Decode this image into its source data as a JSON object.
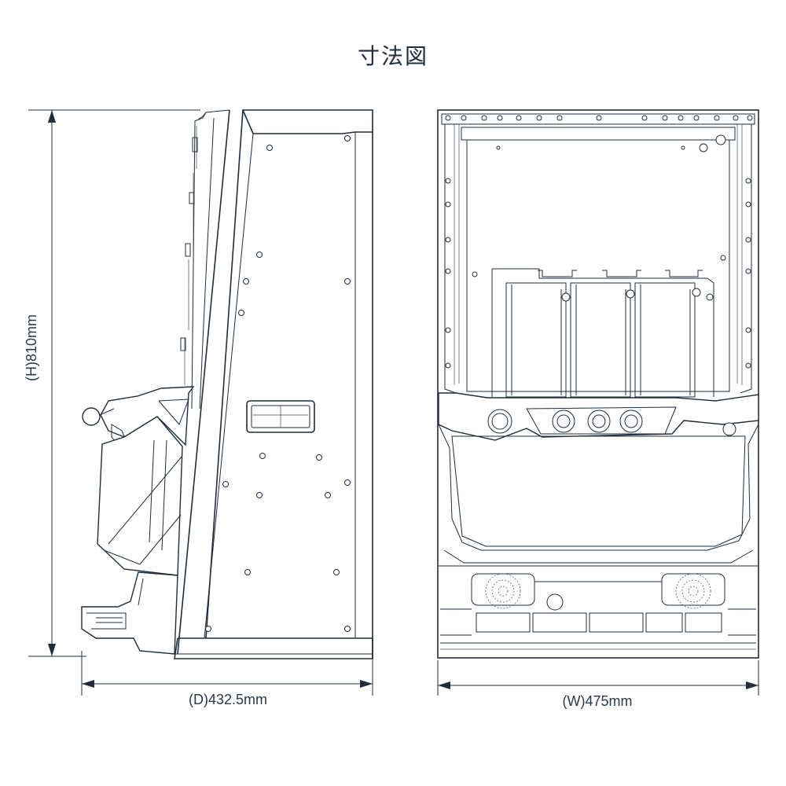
{
  "title": "寸法図",
  "dimensions": {
    "height": "(H)810mm",
    "depth": "(D)432.5mm",
    "width": "(W)475mm"
  },
  "colors": {
    "line": "#1f2d3d",
    "background": "#ffffff"
  }
}
